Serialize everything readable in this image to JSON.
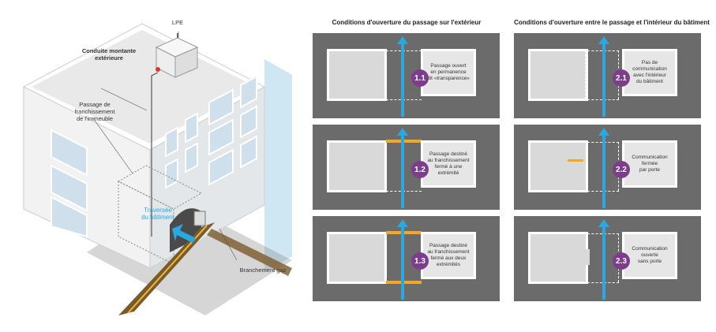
{
  "illustration": {
    "lpe_label": "LPE",
    "conduite_label": "Conduite montante\nextérieure",
    "passage_label": "Passage de\nfranchissement\nde l'immeuble",
    "traversee_label": "Traversée\ndu bâtiment",
    "branchement_label": "Branchement gaz"
  },
  "columns": {
    "left_title": "Conditions d'ouverture du passage sur l'extérieur",
    "right_title": "Conditions d'ouverture entre le passage et l'intérieur du bâtiment"
  },
  "panels_left": [
    {
      "badge": "1.1",
      "text": "Passage ouvert\nen permanence\ndit «transparence»"
    },
    {
      "badge": "1.2",
      "text": "Passage destiné\nau franchissement\nfermé à une\nextrémité"
    },
    {
      "badge": "1.3",
      "text": "Passage destiné\nau franchissement\nfermé aux deux\nextrémités"
    }
  ],
  "panels_right": [
    {
      "badge": "2.1",
      "text": "Pas de\ncommunication\navec l'intérieur\ndu bâtiment"
    },
    {
      "badge": "2.2",
      "text": "Communication\nfermée\npar porte"
    },
    {
      "badge": "2.3",
      "text": "Communication\nouverte\nsans porte"
    }
  ],
  "colors": {
    "badge": "#7d3c8c",
    "arrow": "#2aa8e0",
    "door": "#f5a623",
    "panel_bg": "#6b6b6b"
  }
}
